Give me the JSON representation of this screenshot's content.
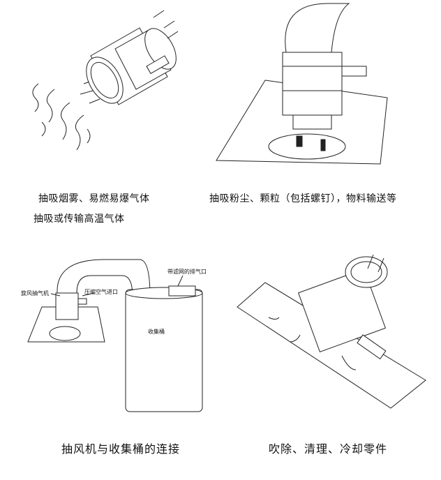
{
  "panels": [
    {
      "captions": [
        "抽吸烟雾、易燃易爆气体",
        "抽吸或传输高温气体"
      ]
    },
    {
      "captions": [
        "抽吸粉尘、颗粒（包括螺钉），物料输送等"
      ]
    },
    {
      "captions": [
        "抽风机与收集桶的连接"
      ],
      "labels": {
        "exhaust": "带滤网的排气口",
        "cyclone": "旋风抽气机",
        "air_inlet": "压缩空气进口",
        "bucket": "收集桶"
      }
    },
    {
      "captions": [
        "吹除、清理、冷却零件"
      ]
    }
  ]
}
